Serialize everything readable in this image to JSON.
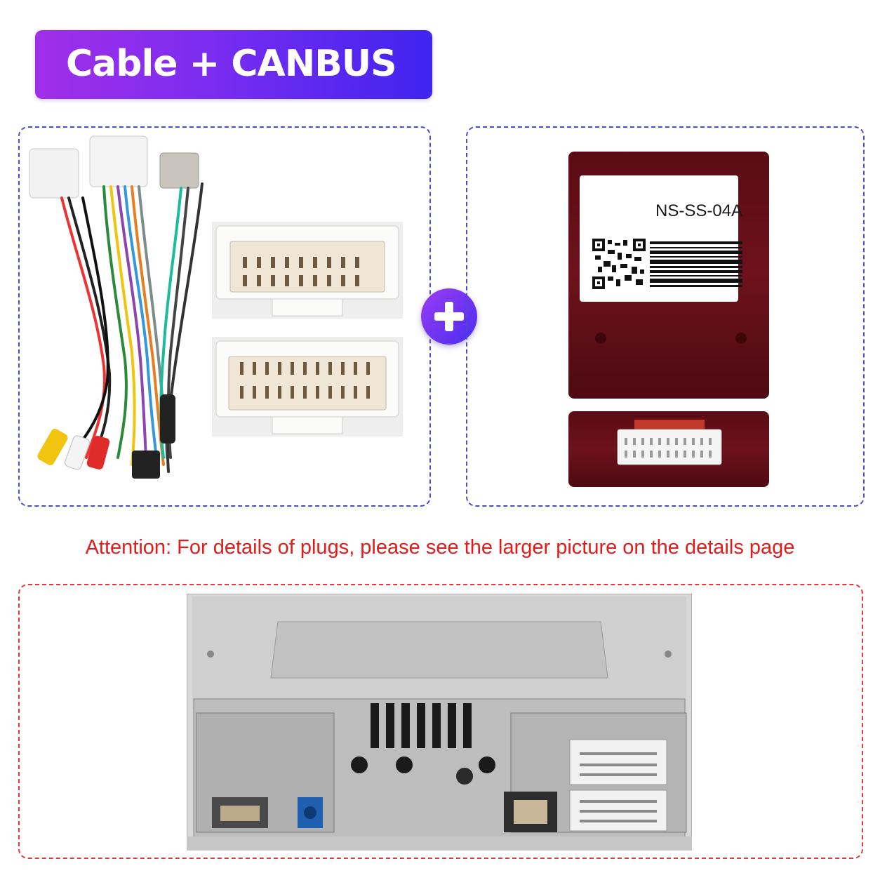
{
  "header": {
    "title": "Cable + CANBUS"
  },
  "canbus_box": {
    "model_label": "NS-SS-04A"
  },
  "notice": {
    "text": "Attention: For details of plugs, please see the larger picture on the details page"
  },
  "icons": {
    "plus": "plus-icon",
    "qr": "qr-code-icon",
    "barcode": "barcode-icon"
  },
  "colors": {
    "accent_start": "#a12fe8",
    "accent_end": "#3f24ef",
    "attention_red": "#e21b1b",
    "panel_border": "#4a4fc8",
    "canbus_red": "#6b0f18"
  }
}
